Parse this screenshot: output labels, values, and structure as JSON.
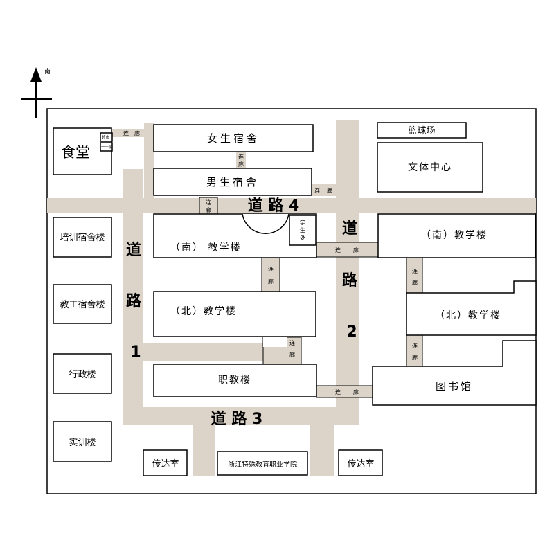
{
  "compass": {
    "direction": "南"
  },
  "colors": {
    "road": "#ddd4c9",
    "outline": "#000000",
    "background": "#ffffff"
  },
  "buildings": {
    "canteen": "食堂",
    "supermarket": "超市",
    "shop": "一干佰",
    "female_dorm": "女生宿舍",
    "male_dorm": "男生宿舍",
    "basketball": "篮球场",
    "sports_center": "文体中心",
    "training_dorm": "培训宿舍楼",
    "staff_dorm": "教工宿舍楼",
    "admin": "行政楼",
    "practice": "实训楼",
    "teach_south_left": "（南） 教学楼",
    "student_office": [
      "学",
      "生",
      "处"
    ],
    "teach_north_left": "（北）教学楼",
    "vocational": "职教楼",
    "teach_south_right": "（南）教学楼",
    "teach_north_right": "（北）教学楼",
    "library": "图书馆",
    "gate_left": "传达室",
    "gate_right": "传达室",
    "college": "浙江特殊教育职业学院"
  },
  "corridor": [
    "连",
    "廊"
  ],
  "roads": {
    "road1": [
      "道",
      "路",
      "1"
    ],
    "road2": [
      "道",
      "路",
      "2"
    ],
    "road3": "道 路 3",
    "road4": "道 路 4"
  }
}
